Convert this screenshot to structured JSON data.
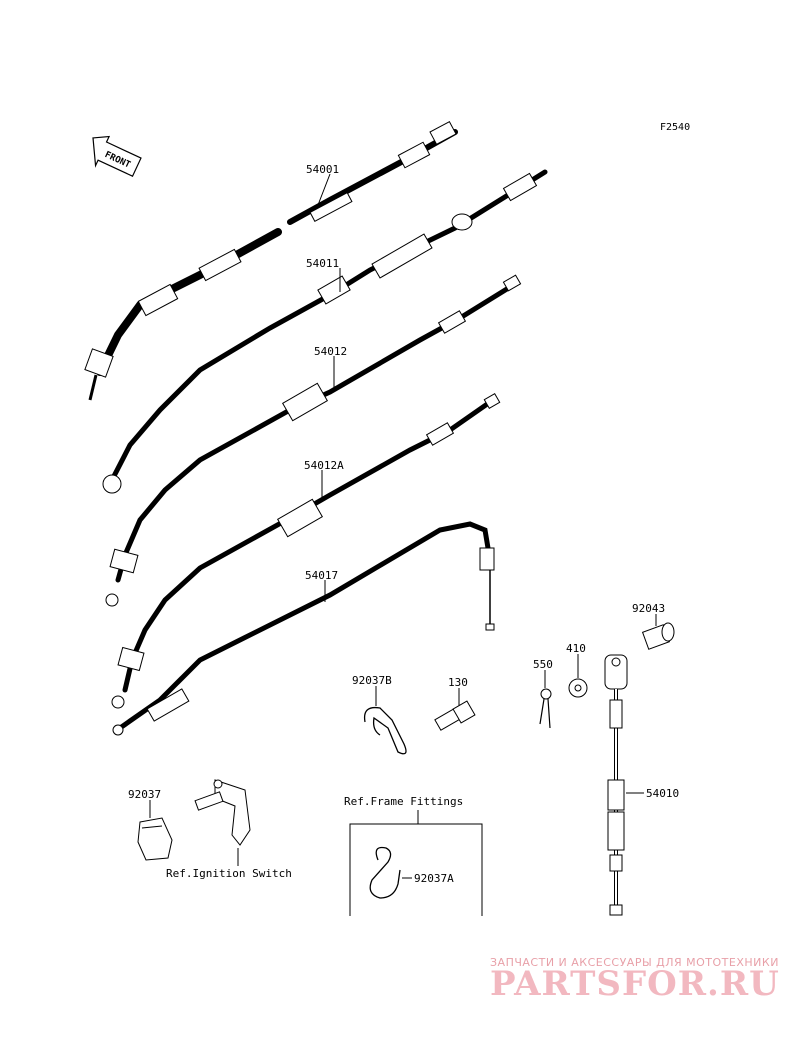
{
  "figure_code": "F2540",
  "front_arrow": "FRONT",
  "parts": {
    "p54001": "54001",
    "p54011": "54011",
    "p54012": "54012",
    "p54012a": "54012A",
    "p54017": "54017",
    "p92043": "92043",
    "p410": "410",
    "p550": "550",
    "p92037b": "92037B",
    "p130": "130",
    "p92037": "92037",
    "p54010": "54010",
    "p92037a": "92037A"
  },
  "refs": {
    "ignition_switch": "Ref.Ignition Switch",
    "frame_fittings": "Ref.Frame Fittings"
  },
  "watermark": {
    "line1": "ЗАПЧАСТИ И АКСЕССУАРЫ ДЛЯ МОТОТЕХНИКИ",
    "line2": "PARTSFOR.RU"
  }
}
